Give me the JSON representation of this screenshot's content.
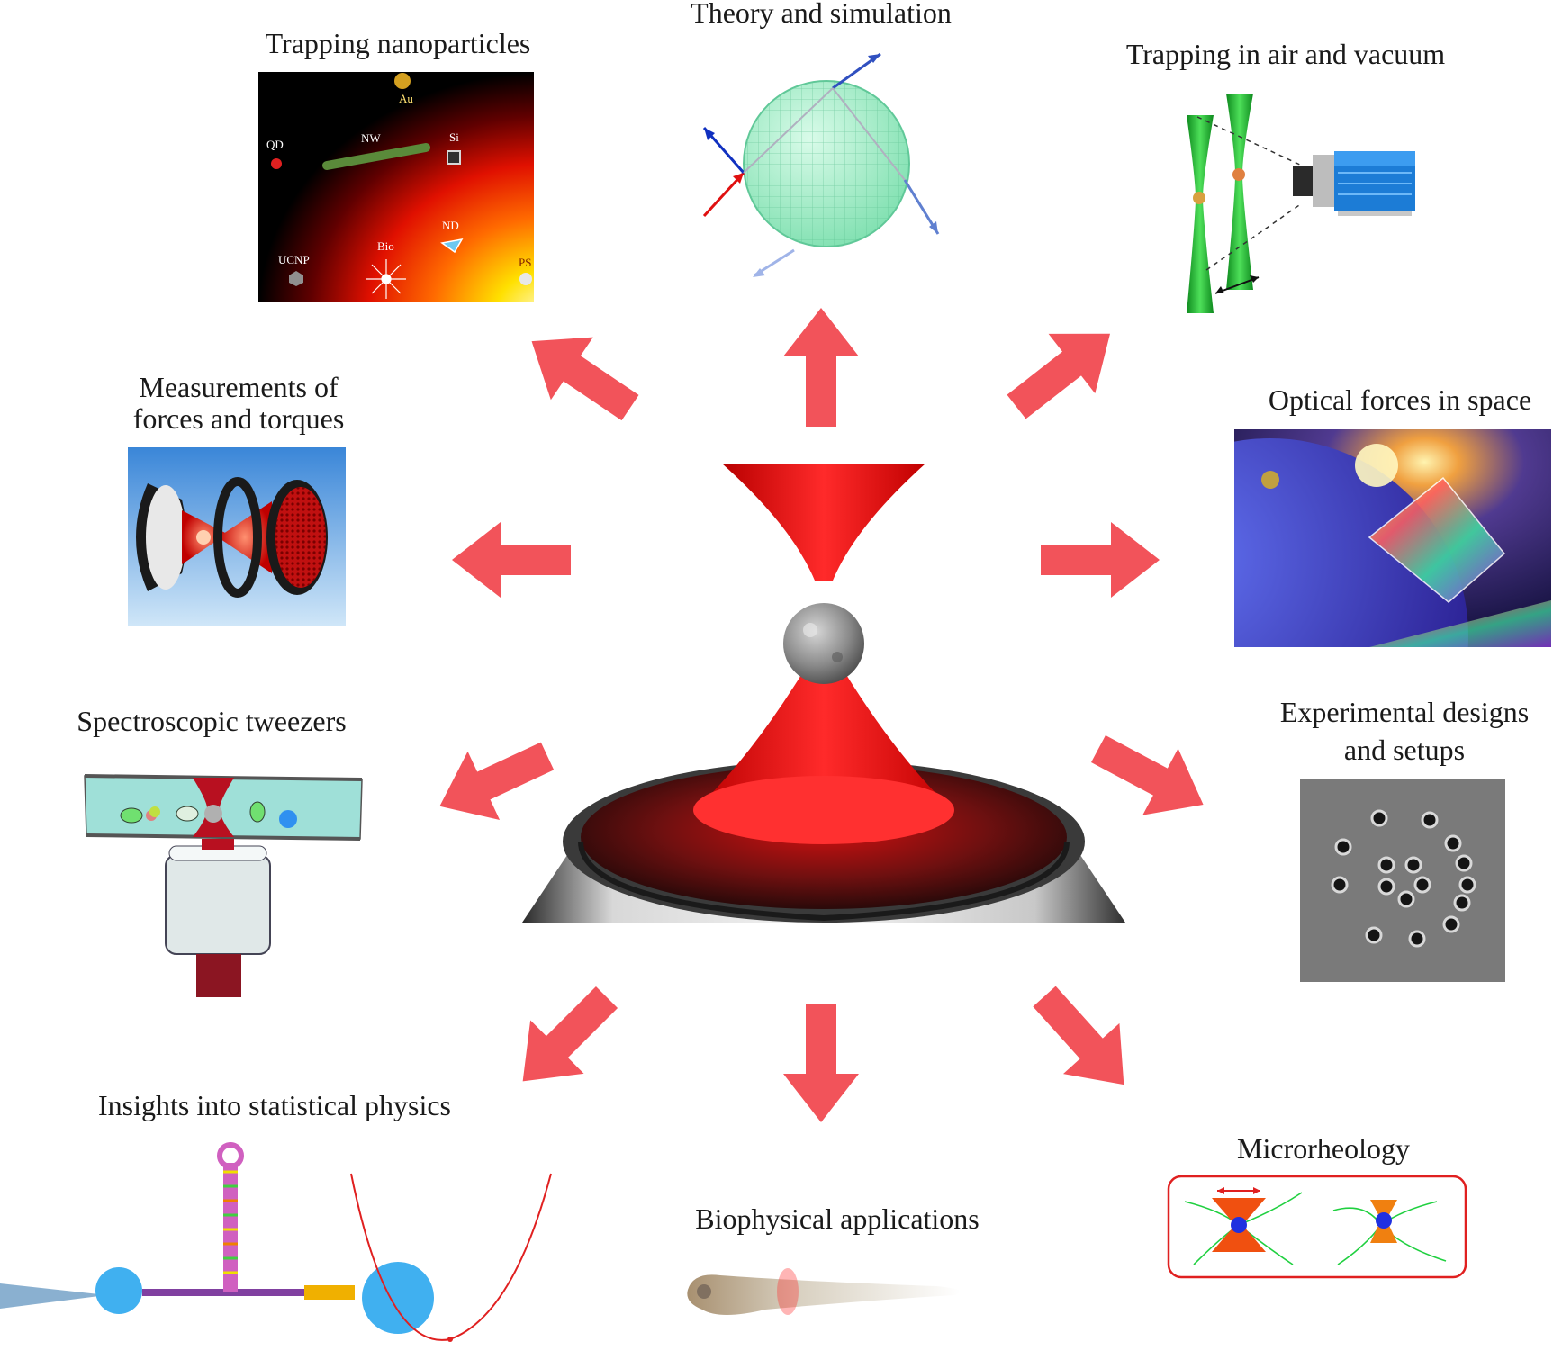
{
  "colors": {
    "arrow": "#f2535a",
    "beam": "#ff1a1a",
    "heatmap_hot": "#ffe000",
    "heatmap_mid": "#e01000",
    "heatmap_cold": "#000000",
    "sphere": "#9ff0c8",
    "beam_green": "#22c733",
    "panel_gray": "#777777"
  },
  "center": {
    "icon": "optical-tweezers-beam-icon"
  },
  "topics": {
    "theory": {
      "label": "Theory and simulation"
    },
    "nanoparticles": {
      "label": "Trapping nanoparticles",
      "particles": {
        "au": "Au",
        "qd": "QD",
        "nw": "NW",
        "si": "Si",
        "nd": "ND",
        "ucnp": "UCNP",
        "bio": "Bio",
        "ps": "PS"
      }
    },
    "air_vacuum": {
      "label": "Trapping in air and vacuum"
    },
    "forces_torques": {
      "line1": "Measurements of",
      "line2": "forces and torques"
    },
    "space": {
      "label": "Optical forces in space"
    },
    "spectroscopic": {
      "label": "Spectroscopic tweezers"
    },
    "experimental": {
      "line1": "Experimental designs",
      "line2": "and setups"
    },
    "statistical": {
      "label": "Insights into statistical physics"
    },
    "biophysical": {
      "label": "Biophysical applications"
    },
    "microrheology": {
      "label": "Microrheology"
    }
  }
}
